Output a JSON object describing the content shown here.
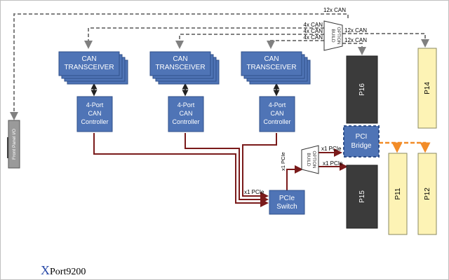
{
  "title": {
    "initial": "X",
    "rest": "Port9200"
  },
  "transceivers": [
    {
      "line1": "CAN",
      "line2": "TRANSCEIVER"
    },
    {
      "line1": "CAN",
      "line2": "TRANSCEIVER"
    },
    {
      "line1": "CAN",
      "line2": "TRANSCEIVER"
    }
  ],
  "controllers": [
    {
      "line1": "4-Port",
      "line2": "CAN",
      "line3": "Controller"
    },
    {
      "line1": "4-Port",
      "line2": "CAN",
      "line3": "Controller"
    },
    {
      "line1": "4-Port",
      "line2": "CAN",
      "line3": "Controller"
    }
  ],
  "pcie_switch": {
    "line1": "PCIe",
    "line2": "Switch"
  },
  "pci_bridge": {
    "line1": "PCI",
    "line2": "Bridge"
  },
  "build_option_top": {
    "line1": "BUILD",
    "line2": "OPTION"
  },
  "build_option_mid": {
    "line1": "BUILD",
    "line2": "OPTION"
  },
  "connectors": {
    "p16": "P16",
    "p15": "P15",
    "p14": "P14",
    "p11": "P11",
    "p12": "P12"
  },
  "front_panel": "Front Panel I/O",
  "labels": {
    "can12_top": "12x CAN",
    "can12_right": "12x CAN",
    "can12_p16": "12x CAN",
    "can4_a": "4x CAN",
    "can4_b": "4x CAN",
    "can4_c": "4x CAN",
    "pcie_up": "x1 PCIe",
    "pcie_sw": "x1 PCIe",
    "pcie_bridge": "x1 PCIe",
    "pcie_p15": "x1 PCIe"
  },
  "colors": {
    "block_fill": "#4f74b6",
    "block_stroke": "#2f4f8a",
    "pcie_line": "#7a1a1a",
    "can_line": "#808080",
    "pci_dash": "#f28c28",
    "connector_dark": "#3b3b3b",
    "connector_light": "#fdf3b5"
  }
}
